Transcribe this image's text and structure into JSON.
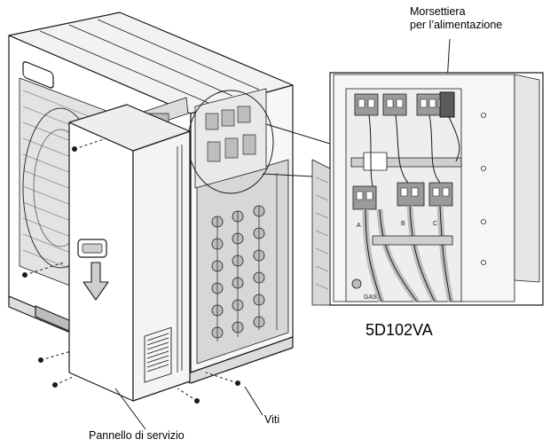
{
  "labels": {
    "terminal_block_line1": "Morsettiera",
    "terminal_block_line2": "per l’alimentazione",
    "model_code": "5D102VA",
    "screws": "Viti",
    "service_panel": "Pannello di servizio"
  },
  "inset_markings": {
    "port_a": "A",
    "port_b": "B",
    "port_c": "C",
    "gas": "GAS"
  },
  "colors": {
    "line": "#1a1a1a",
    "panel_fill": "#ffffff",
    "shade_light": "#e6e6e6",
    "shade_mid": "#bdbdbd",
    "shade_dark": "#7a7a7a"
  }
}
